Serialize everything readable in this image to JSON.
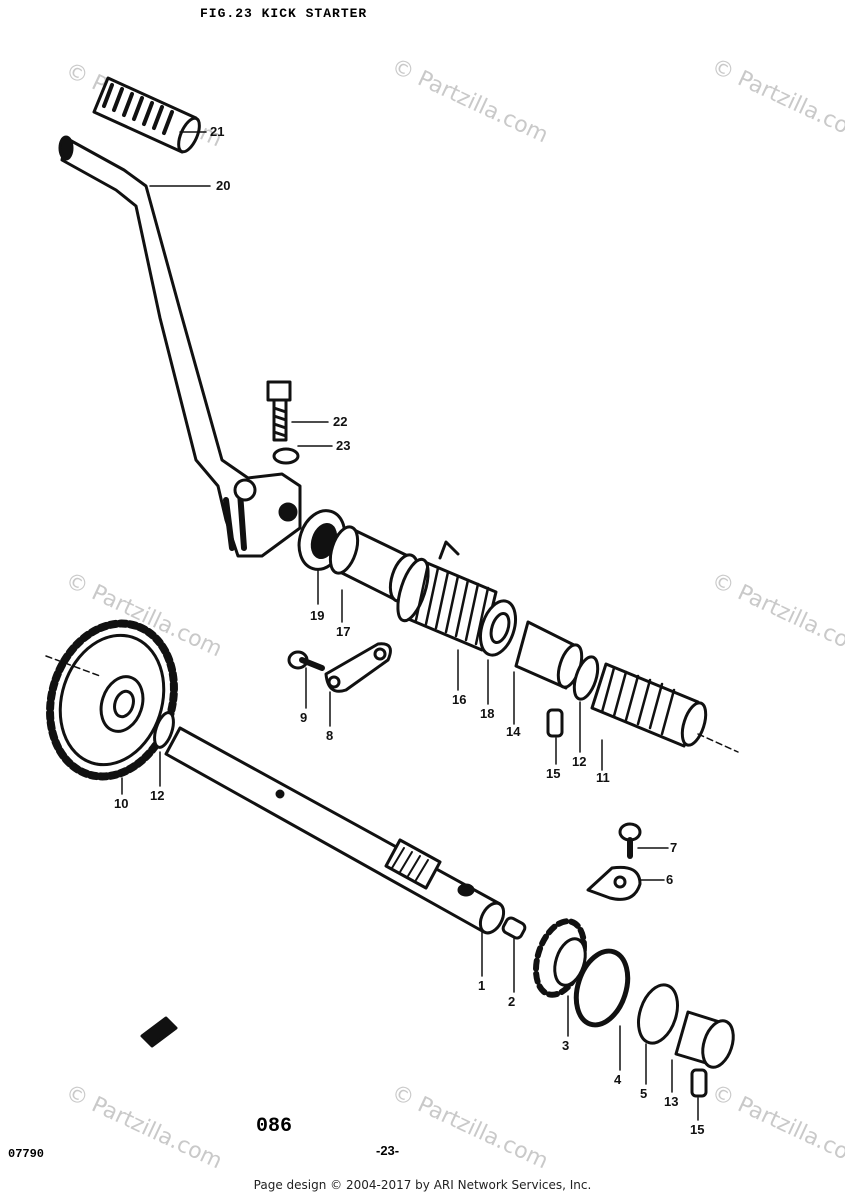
{
  "title": "FIG.23  KICK STARTER",
  "watermark": "© Partzilla.com",
  "page_code": "086",
  "page_number": "-23-",
  "ref_code": "07790",
  "footer": "Page design © 2004-2017 by ARI Network Services, Inc.",
  "callouts": [
    "21",
    "20",
    "22",
    "23",
    "19",
    "17",
    "16",
    "18",
    "14",
    "15",
    "12",
    "11",
    "9",
    "8",
    "10",
    "12",
    "7",
    "6",
    "1",
    "2",
    "3",
    "4",
    "5",
    "13",
    "15"
  ],
  "colors": {
    "ink": "#111111",
    "paper": "#ffffff",
    "watermark": "#c9c9c9"
  }
}
